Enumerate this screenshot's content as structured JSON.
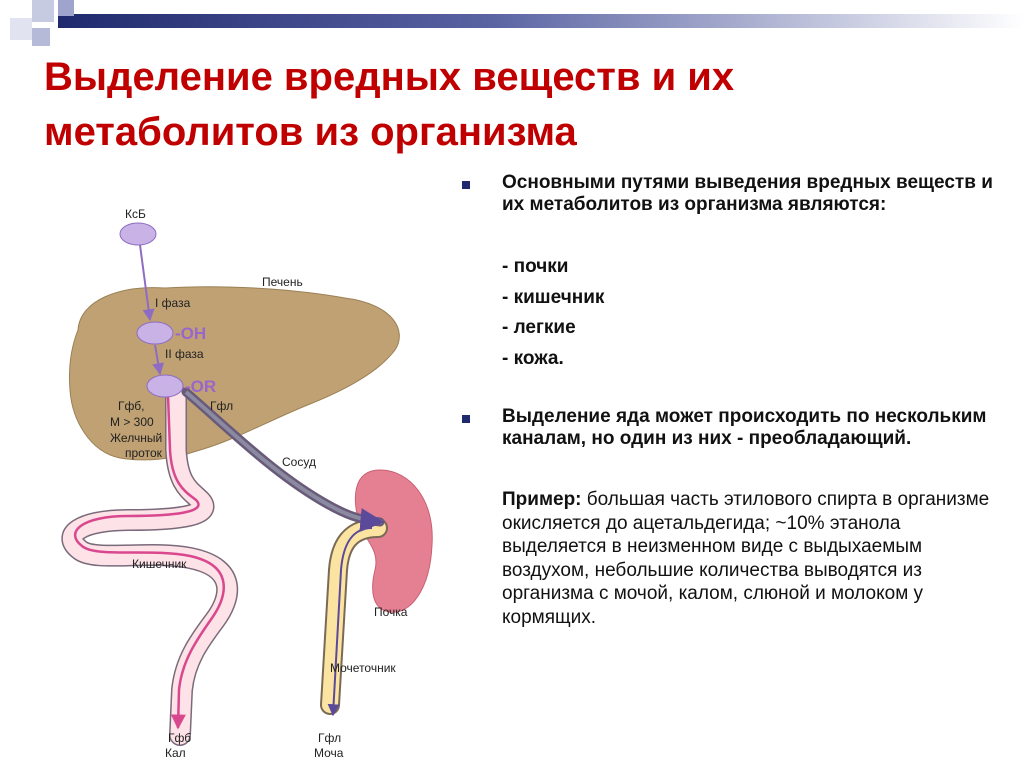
{
  "title": {
    "line1": "Выделение вредных веществ и их",
    "line2": "метаболитов из организма"
  },
  "diagram": {
    "labels": {
      "ksb": "КсБ",
      "liver": "Печень",
      "phase1": "I фаза",
      "oh": "-OH",
      "phase2": "II фаза",
      "or": "-OR",
      "gfb_left": "Гфб,",
      "m300": "M > 300",
      "bile_duct_1": "Желчный",
      "bile_duct_2": "проток",
      "gfl_top": "Гфл",
      "vessel": "Сосуд",
      "intestine": "Кишечник",
      "kidney": "Почка",
      "ureter": "Мочеточник",
      "gfb_bottom": "Гфб",
      "feces": "Кал",
      "gfl_bottom": "Гфл",
      "urine": "Моча"
    }
  },
  "bullets": {
    "b1": {
      "text": "Основными путями выведения вредных веществ и их метаболитов из организма являются:",
      "items": [
        "-  почки",
        "-  кишечник",
        "-  легкие",
        "-  кожа."
      ]
    },
    "b2": {
      "text": " Выделение яда может происходить по нескольким каналам, но один из них  - преобладающий.",
      "example_label": "Пример:",
      "example_text": " большая часть этилового спирта в организме окисляется до ацетальдегида; ~10% этанола выделяется в неизменном виде с выдыхаемым воздухом, небольшие количества  выводятся из организма с мочой, калом, слюной и молоком у кормящих."
    }
  },
  "colors": {
    "title": "#c00000",
    "liver": "#bfa173",
    "kidney": "#e58092",
    "compound": "#c9b3e6",
    "intestine": "#fde2e7",
    "ureter": "#fbe3a2",
    "bullet": "#1f2a6e"
  }
}
